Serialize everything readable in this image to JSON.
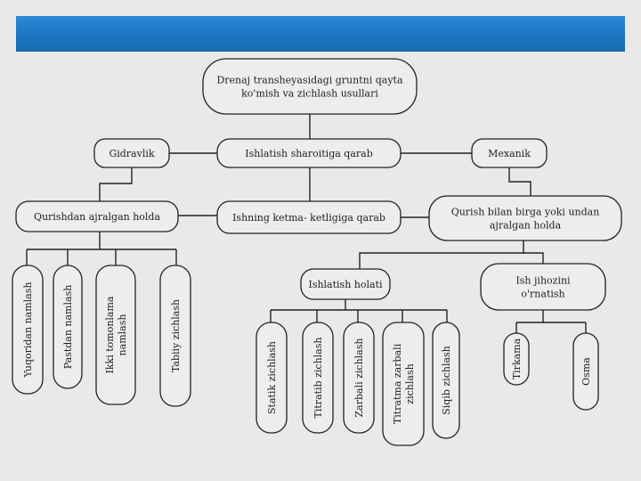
{
  "slide": {
    "title_bar_color": "#1b74c1"
  },
  "diagram": {
    "root": {
      "lines": [
        "Drenaj transheyasidagi gruntni qayta",
        "ko'mish va zichlash usullari"
      ]
    },
    "conditions": "Ishlatish sharoitiga qarab",
    "sequence": "Ishning ketma- ketligiga qarab",
    "hydraulic": "Gidravlik",
    "mechanical": "Mexanik",
    "separately": "Qurishdan ajralgan holda",
    "combined": {
      "lines": [
        "Qurish bilan birga yoki undan",
        "ajralgan holda"
      ]
    },
    "working_state": "Ishlatish holati",
    "equipment": {
      "lines": [
        "Ish jihozini",
        "o'rnatish"
      ]
    },
    "methods_hydraulic": [
      {
        "lines": [
          "Yuqoridan namlash"
        ]
      },
      {
        "lines": [
          "Pastdan namlash"
        ]
      },
      {
        "lines": [
          "Ikki tomonlama",
          "namlash"
        ]
      },
      {
        "lines": [
          "Tabiiy zichlash"
        ]
      }
    ],
    "methods_working": [
      {
        "lines": [
          "Statik zichlash"
        ]
      },
      {
        "lines": [
          "Titratib zichlash"
        ]
      },
      {
        "lines": [
          "Zarbali zichlash"
        ]
      },
      {
        "lines": [
          "Titratma zarbali",
          "zichlash"
        ]
      },
      {
        "lines": [
          "Siqib zichlash"
        ]
      }
    ],
    "methods_equipment": [
      {
        "lines": [
          "Tirkama"
        ]
      },
      {
        "lines": [
          "Osma"
        ]
      }
    ]
  }
}
